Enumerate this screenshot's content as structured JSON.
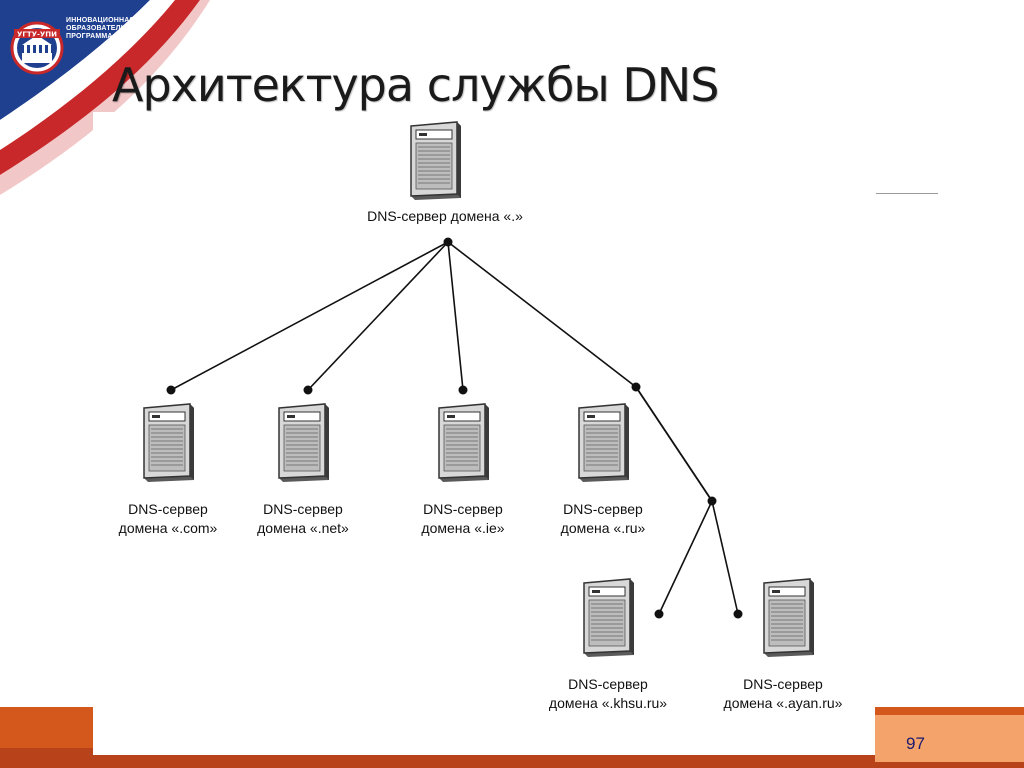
{
  "slide": {
    "title": "Архитектура службы DNS",
    "page_number": "97",
    "logo": {
      "text_lines": [
        "ИННОВАЦИОННАЯ",
        "ОБРАЗОВАТЕЛЬНАЯ",
        "ПРОГРАММА"
      ],
      "emblem_text": "УГТУ-УПИ"
    },
    "colors": {
      "footer": "#d4581c",
      "footer_dark": "#b8431a",
      "page_box": "#f4a36a",
      "swoosh_blue": "#1f3f8f",
      "swoosh_red": "#c8282a"
    }
  },
  "diagram": {
    "servers": [
      {
        "id": "root",
        "line1": "DNS-сервер домена «.»",
        "line2": ""
      },
      {
        "id": "com",
        "line1": "DNS-сервер",
        "line2": "домена «.com»"
      },
      {
        "id": "net",
        "line1": "DNS-сервер",
        "line2": "домена «.net»"
      },
      {
        "id": "ie",
        "line1": "DNS-сервер",
        "line2": "домена «.ie»"
      },
      {
        "id": "ru",
        "line1": "DNS-сервер",
        "line2": "домена «.ru»"
      },
      {
        "id": "khsu",
        "line1": "DNS-сервер",
        "line2": "домена «.khsu.ru»"
      },
      {
        "id": "ayan",
        "line1": "DNS-сервер",
        "line2": "домена «.ayan.ru»"
      }
    ],
    "edges": [
      {
        "from": "root",
        "to": "com"
      },
      {
        "from": "root",
        "to": "net"
      },
      {
        "from": "root",
        "to": "ie"
      },
      {
        "from": "root",
        "to": "ru"
      },
      {
        "from": "ru",
        "to": "khsu"
      },
      {
        "from": "ru",
        "to": "ayan"
      }
    ]
  }
}
